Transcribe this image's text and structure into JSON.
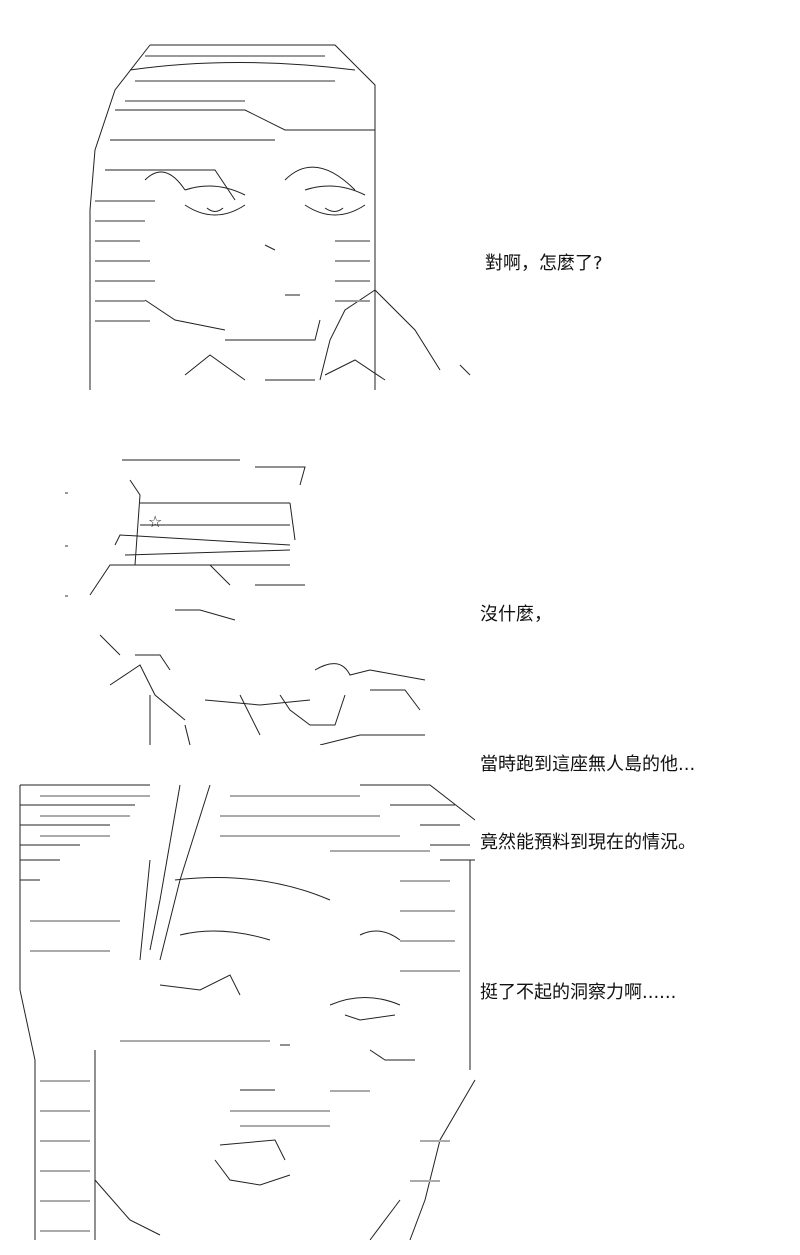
{
  "panels": [
    {
      "dialogue": [
        "對啊，怎麼了?"
      ]
    },
    {
      "dialogue": [
        "沒什麼，",
        "",
        "當時跑到這座無人島的他...",
        "竟然能預料到現在的情況。",
        "",
        "挺了不起的洞察力啊......"
      ]
    }
  ],
  "art_names": [
    "ascii-art-girl-with-long-hair",
    "ascii-art-boy-with-officer-cap",
    "ascii-art-girl-closeup-face"
  ]
}
